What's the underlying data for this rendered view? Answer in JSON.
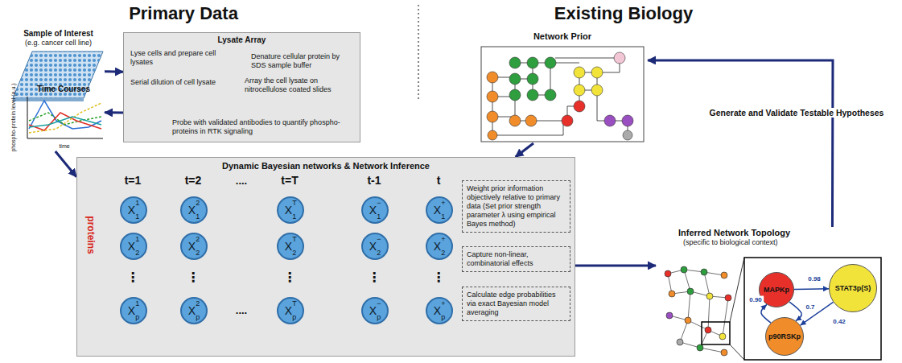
{
  "diagram": {
    "nodes": [
      {
        "text": [
          "Sample of Interest",
          "(e.g. cancer cell line)"
        ]
      },
      {
        "text": [
          "Lysate Array"
        ]
      },
      {
        "text": [
          "Lyse cells and prepare cell lysates"
        ],
        "in": 1
      },
      {
        "text": [
          "Denature cellular protein by SDS sample buffer"
        ],
        "in": 1
      },
      {
        "text": [
          "Serial dilution of cell lysate"
        ],
        "in": 1
      },
      {
        "text": [
          "Array the cell lysate on nitrocellulose coated slides"
        ],
        "in": 1
      },
      {
        "text": [
          "Probe with validated antibodies to quantify phospho-proteins in RTK signaling"
        ],
        "in": 1
      },
      {
        "text": [
          "Time Courses"
        ]
      },
      {
        "text": [
          "Network Prior"
        ]
      },
      {
        "text": [
          "Dynamic Bayesian networks & Network Inference"
        ]
      },
      {
        "text": [
          "X",
          "1",
          "1"
        ],
        "in": 9
      },
      {
        "text": [
          "X",
          "1",
          "2"
        ],
        "in": 9
      },
      {
        "text": [
          "X",
          "1",
          "p"
        ],
        "in": 9
      },
      {
        "text": [
          "X",
          "2",
          "1"
        ],
        "in": 9
      },
      {
        "text": [
          "X",
          "2",
          "2"
        ],
        "in": 9
      },
      {
        "text": [
          "X",
          "2",
          "p"
        ],
        "in": 9
      },
      {
        "text": [
          "X",
          "T",
          "1"
        ],
        "in": 9
      },
      {
        "text": [
          "X",
          "T",
          "2"
        ],
        "in": 9
      },
      {
        "text": [
          "X",
          "T",
          "p"
        ],
        "in": 9
      },
      {
        "text": [
          "X",
          "−",
          "1"
        ],
        "in": 9
      },
      {
        "text": [
          "X",
          "−",
          "2"
        ],
        "in": 9
      },
      {
        "text": [
          "X",
          "−",
          "p"
        ],
        "in": 9
      },
      {
        "text": [
          "X",
          "+",
          "1"
        ],
        "in": 9
      },
      {
        "text": [
          "X",
          "+",
          "2"
        ],
        "in": 9
      },
      {
        "text": [
          "X",
          "+",
          "p"
        ],
        "in": 9
      },
      {
        "text": [
          "Weight prior information objectively relative to primary data (Set prior strength parameter λ using empirical Bayes method)"
        ],
        "in": 9
      },
      {
        "text": [
          "Capture non-linear, combinatorial effects"
        ],
        "in": 9
      },
      {
        "text": [
          "Calculate edge probabilities via exact Bayesian model averaging"
        ],
        "in": 9
      },
      {
        "text": [
          "Inferred Network Topology",
          "(specific to biological context)"
        ]
      },
      {
        "text": [
          "MAPKp"
        ],
        "in": 28
      },
      {
        "text": [
          "STAT3p(S)"
        ],
        "in": 28
      },
      {
        "text": [
          "p90RSKp"
        ],
        "in": 28
      }
    ],
    "edges": [
      {
        "from": 0,
        "to": 1,
        "arrow": "to"
      },
      {
        "from": 1,
        "to": 7,
        "arrow": "to"
      },
      {
        "from": 7,
        "to": 9,
        "arrow": "to"
      },
      {
        "from": 8,
        "to": 9,
        "arrow": "to"
      },
      {
        "from": 9,
        "to": 28,
        "arrow": "to"
      },
      {
        "from": 28,
        "to": 8,
        "label": "Generate and Validate Testable Hypotheses",
        "arrow": "to"
      },
      {
        "from": 2,
        "to": 3,
        "arrow": "to"
      },
      {
        "from": 3,
        "to": 4,
        "arrow": "to"
      },
      {
        "from": 4,
        "to": 5,
        "arrow": "to"
      },
      {
        "from": 10,
        "to": 14,
        "arrow": "to"
      },
      {
        "from": 11,
        "to": 15,
        "arrow": "to"
      },
      {
        "from": 12,
        "to": 13,
        "arrow": "to"
      },
      {
        "from": 19,
        "to": 23,
        "arrow": "to"
      },
      {
        "from": 20,
        "to": 24,
        "arrow": "to"
      },
      {
        "from": 21,
        "to": 22,
        "arrow": "to"
      },
      {
        "from": 29,
        "to": 30,
        "label": "0.98",
        "arrow": "to"
      },
      {
        "from": 31,
        "to": 29,
        "label": "0.90",
        "arrow": "to"
      },
      {
        "from": 29,
        "to": 31,
        "label": "0.7",
        "arrow": "to"
      },
      {
        "from": 30,
        "to": 31,
        "label": "0.42",
        "arrow": "to"
      }
    ],
    "labels": [
      "Primary Data",
      "Existing Biology",
      "phospho-protein level (a.u.)",
      "time",
      "t=1",
      "t=2",
      "t=T",
      "t-1",
      "t",
      "proteins",
      "....",
      "....",
      "⋮",
      "⋮",
      "⋮",
      "⋮",
      "⋮"
    ]
  }
}
